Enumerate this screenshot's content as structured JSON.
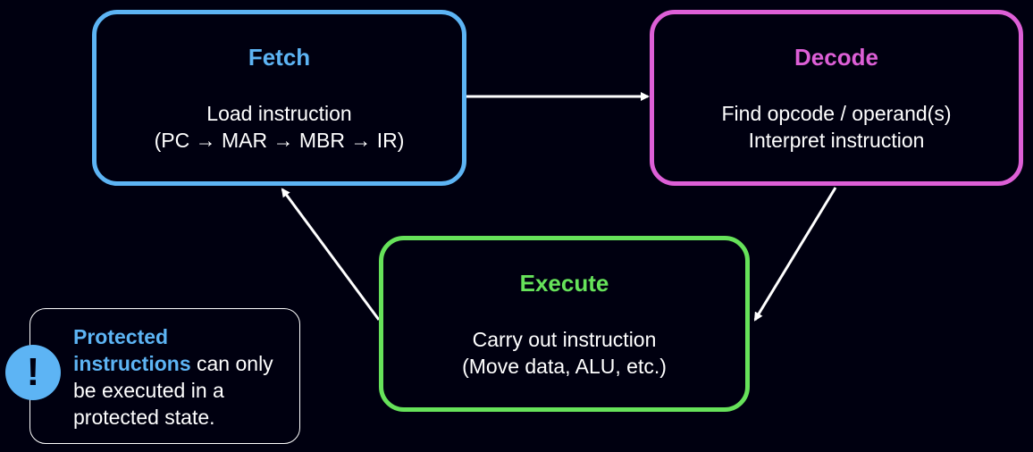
{
  "colors": {
    "background": "#000010",
    "fetch": "#5db4f4",
    "decode": "#dd5fd7",
    "execute": "#66e25a",
    "arrow": "#ffffff"
  },
  "fetch": {
    "title": "Fetch",
    "line1": "Load instruction",
    "line2": "(PC → MAR → MBR → IR)"
  },
  "decode": {
    "title": "Decode",
    "line1": "Find opcode / operand(s)",
    "line2": "Interpret instruction"
  },
  "execute": {
    "title": "Execute",
    "line1": "Carry out instruction",
    "line2": "(Move data, ALU, etc.)"
  },
  "note": {
    "icon": "!",
    "highlight": "Protected instructions",
    "text": " can only be executed in a protected state."
  }
}
